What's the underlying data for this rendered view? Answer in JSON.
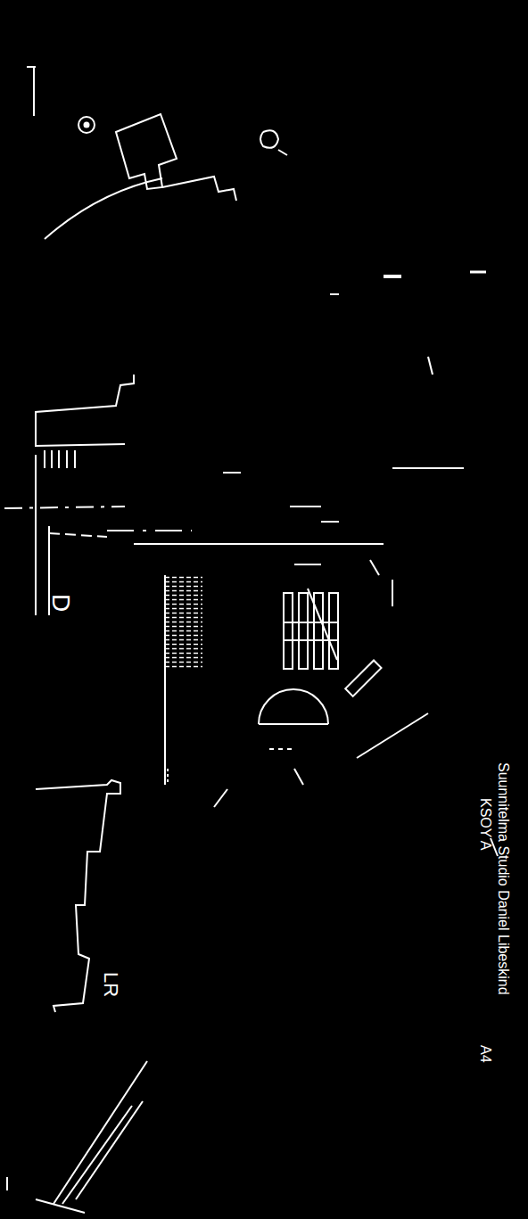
{
  "diagram": {
    "labels": [
      "D",
      "LR",
      "Suunnitelma Studio Daniel Libeskind",
      "KSOY A",
      "A4"
    ]
  }
}
